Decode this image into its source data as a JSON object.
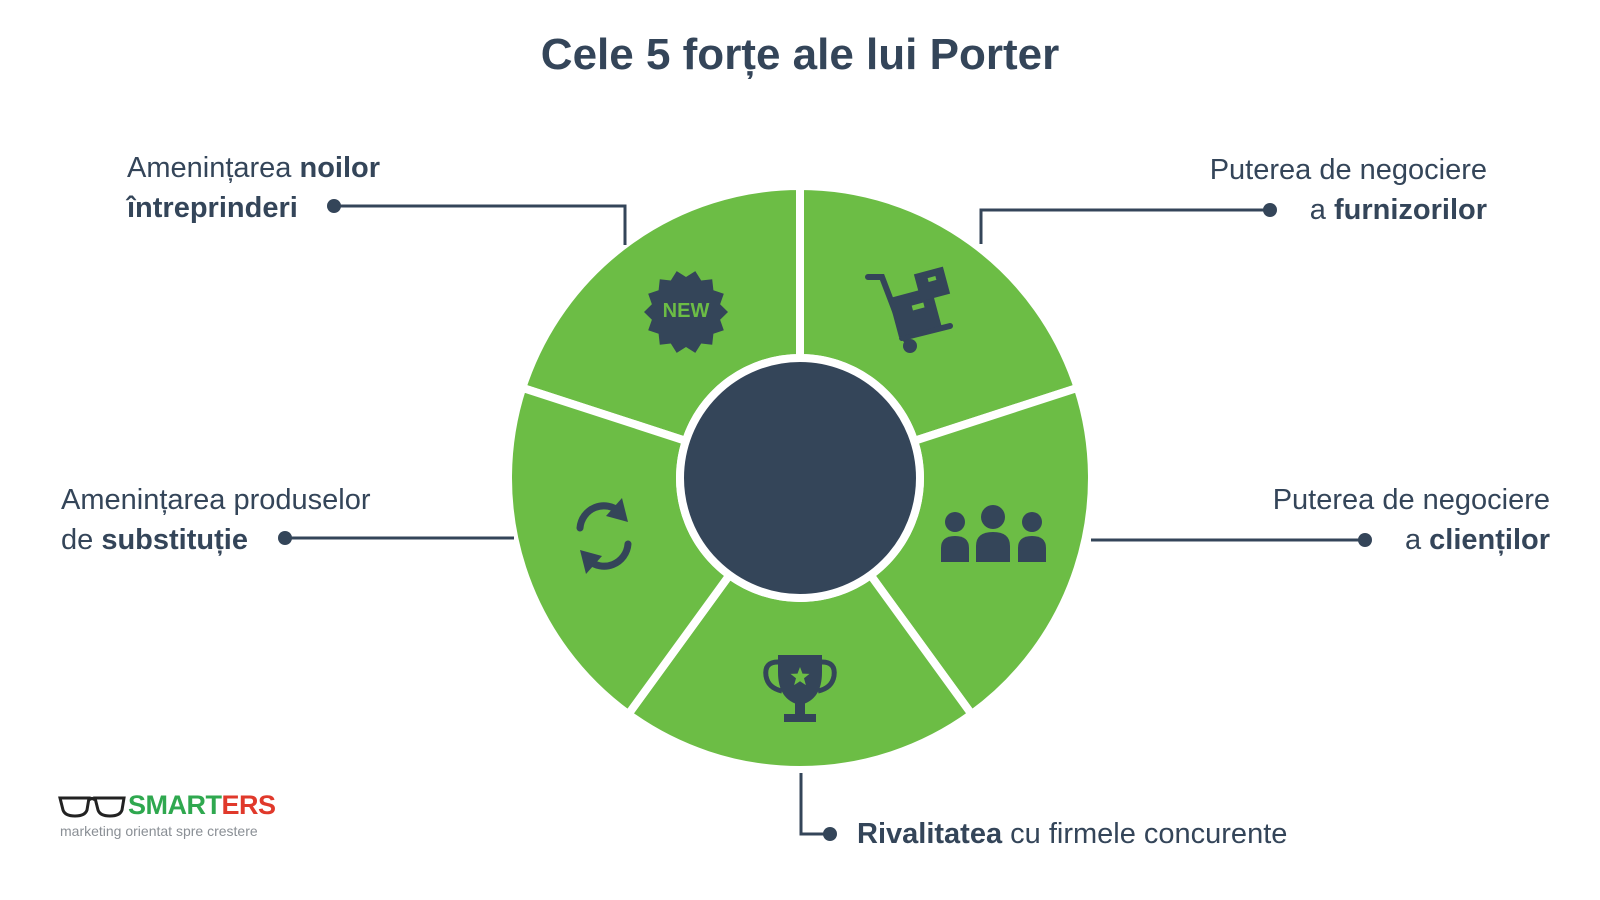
{
  "title": "Cele 5 forțe ale lui Porter",
  "colors": {
    "segment": "#6cbd45",
    "center": "#344559",
    "text": "#344559",
    "separator": "#ffffff"
  },
  "forces": [
    {
      "icon": "new-badge-icon",
      "icon_text": "NEW",
      "line1_plain": "Amenințarea ",
      "line1_bold": "noilor",
      "line2_plain": "",
      "line2_bold": "întreprinderi"
    },
    {
      "icon": "supply-cart-icon",
      "line1_plain": "Puterea de negociere",
      "line2_plain": "a ",
      "line2_bold": "furnizorilor"
    },
    {
      "icon": "customers-group-icon",
      "line1_plain": "Puterea de negociere",
      "line2_plain": "a ",
      "line2_bold": "clienților"
    },
    {
      "icon": "trophy-icon",
      "line1_bold": "Rivalitatea",
      "line1_plain": " cu firmele concurente"
    },
    {
      "icon": "refresh-icon",
      "line1_plain": "Amenințarea produselor",
      "line2_plain": "de ",
      "line2_bold": "substituție"
    }
  ],
  "logo": {
    "brand_green": "SMART",
    "brand_red": "ERS",
    "tagline": "marketing orientat spre crestere"
  }
}
